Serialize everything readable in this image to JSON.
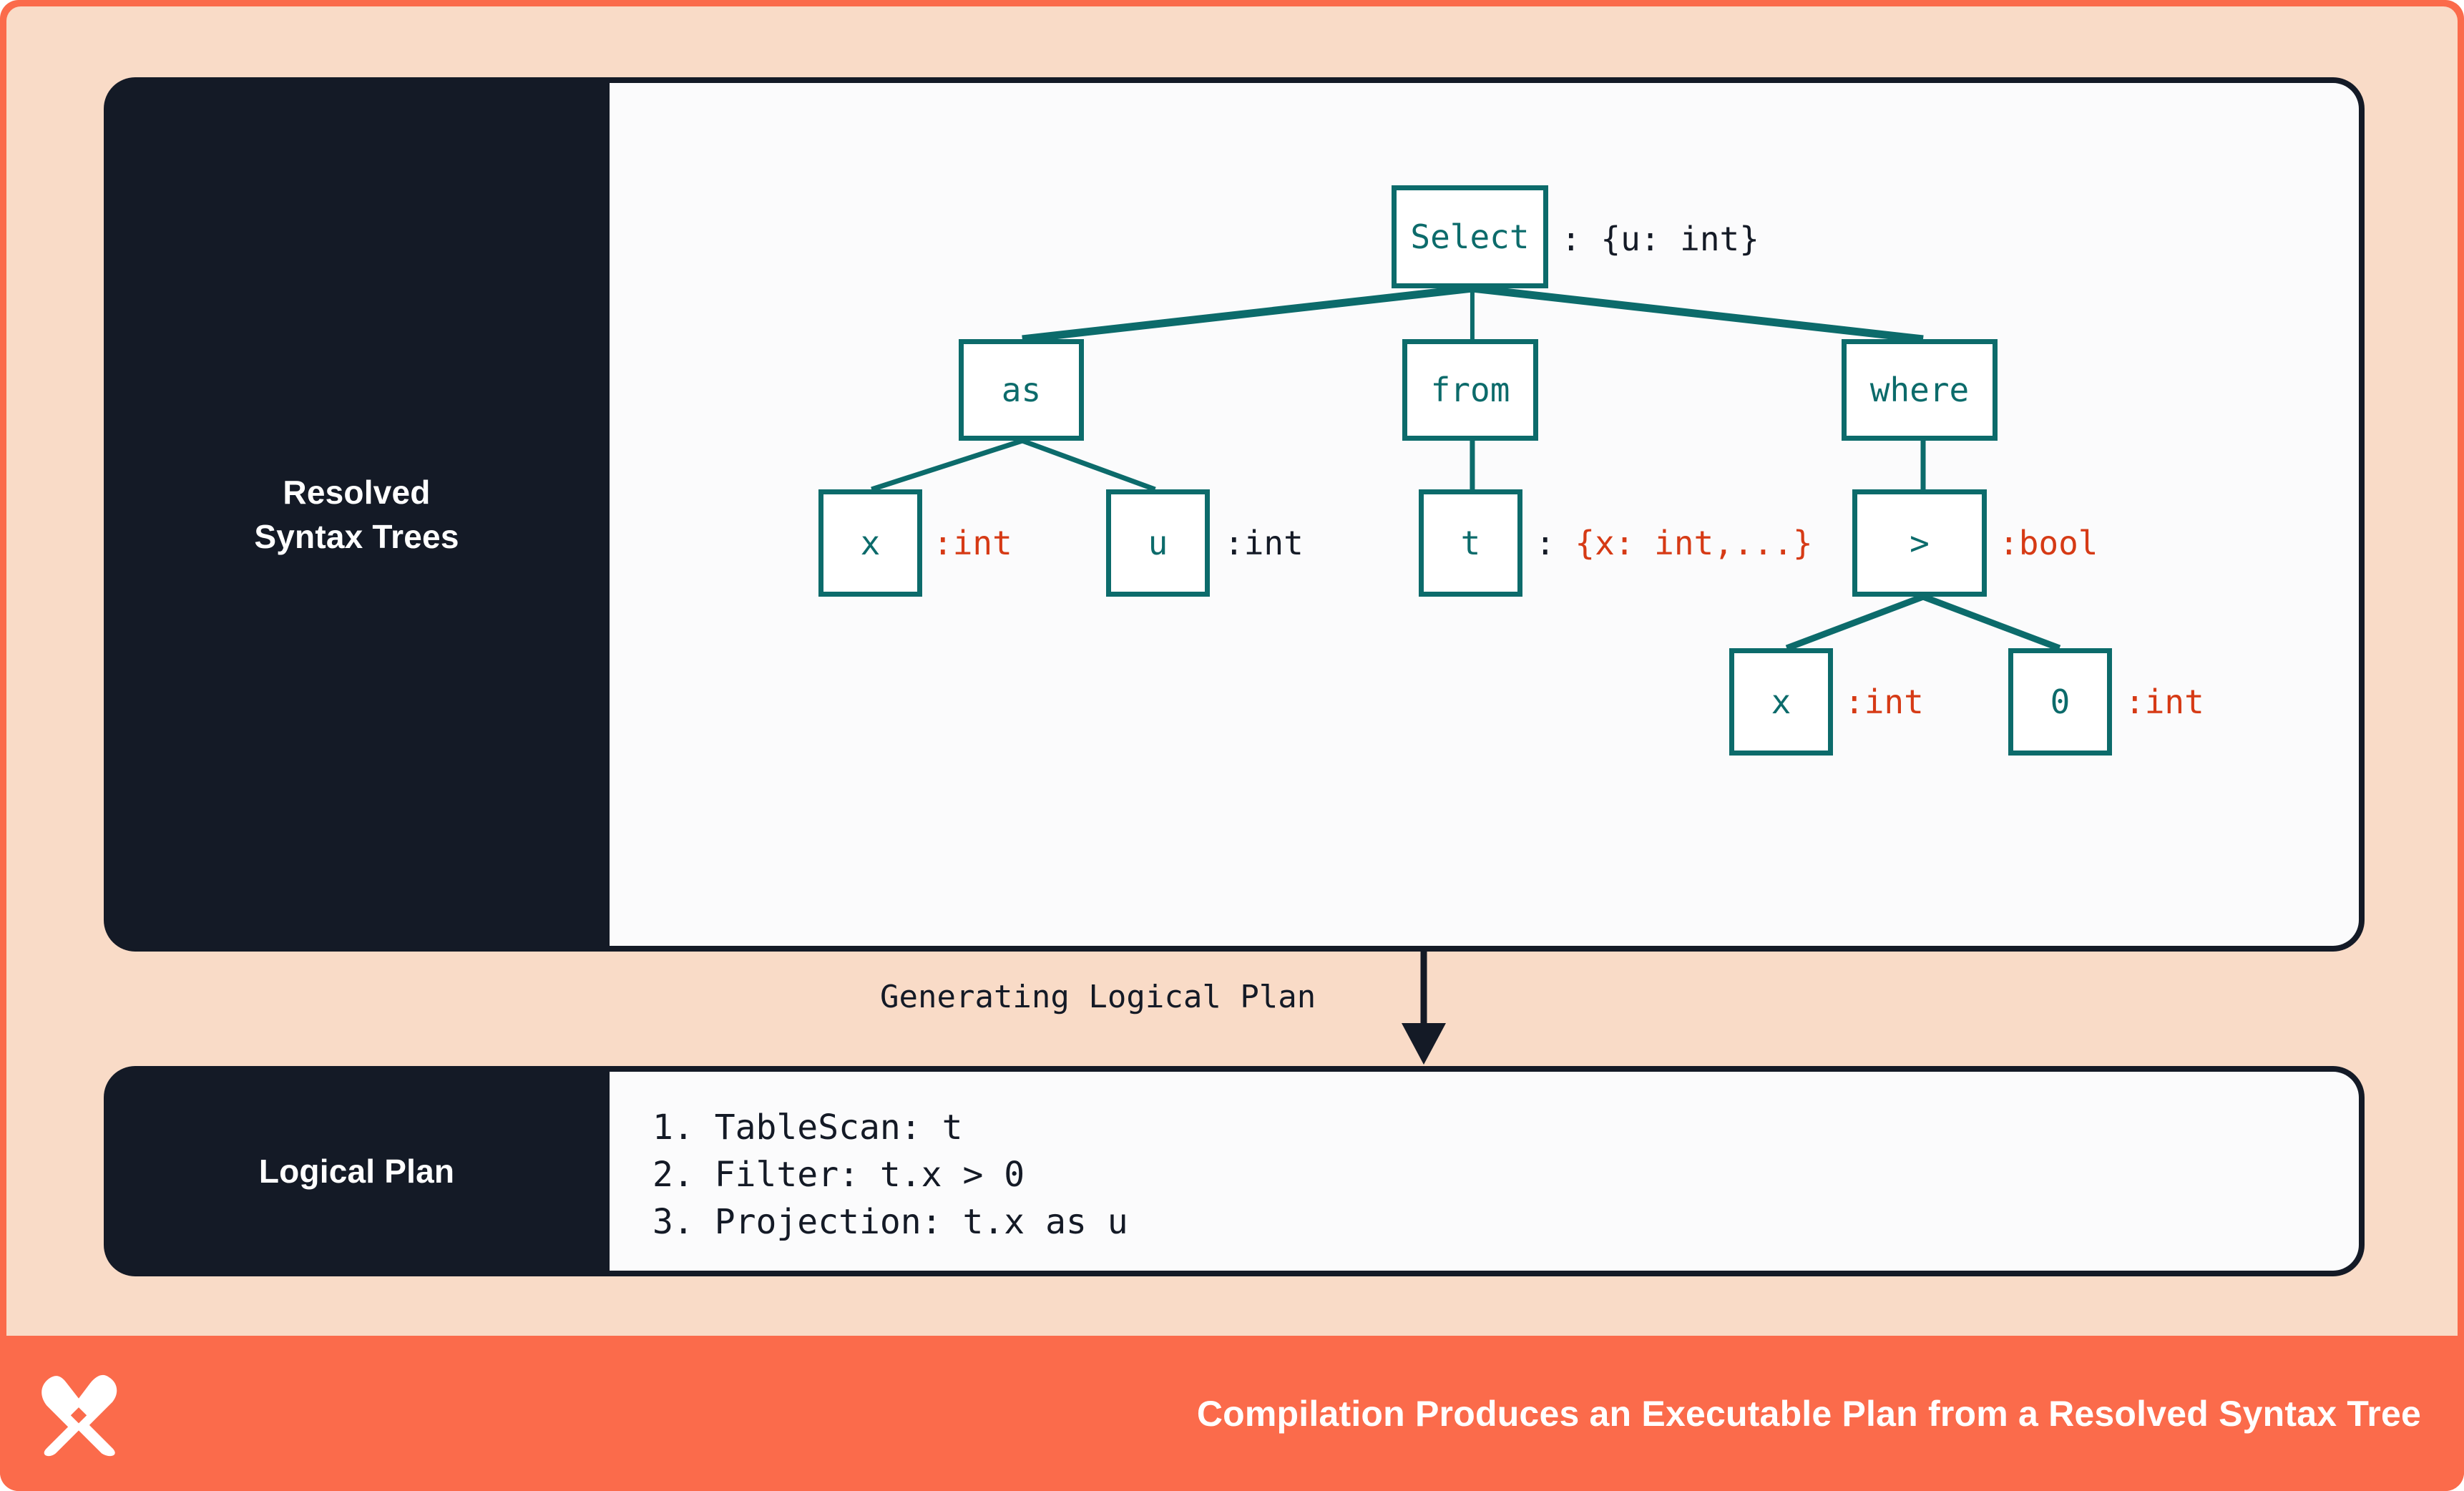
{
  "colors": {
    "frame_orange": "#fb6b4b",
    "peach": "#f9dbc7",
    "panel_dark": "#141a26",
    "content_white": "#fbfbfc",
    "node_teal": "#0c6b6b",
    "annotation_red": "#d63a15",
    "annotation_dark": "#141a26"
  },
  "panels": {
    "resolved_syntax_trees": {
      "label_line1": "Resolved",
      "label_line2": "Syntax Trees"
    },
    "logical_plan": {
      "label": "Logical Plan",
      "steps": [
        "1. TableScan: t",
        "2. Filter: t.x > 0",
        "3. Projection: t.x as u"
      ]
    }
  },
  "transition": {
    "label": "Generating Logical Plan",
    "arrow": "down-arrow"
  },
  "tree": {
    "nodes": [
      {
        "id": "select",
        "label": "Select",
        "annotation": [
          {
            "text": ": {u: int}",
            "color": "dark"
          }
        ]
      },
      {
        "id": "as",
        "label": "as",
        "annotation": []
      },
      {
        "id": "from",
        "label": "from",
        "annotation": []
      },
      {
        "id": "where",
        "label": "where",
        "annotation": []
      },
      {
        "id": "as-x",
        "label": "x",
        "annotation": [
          {
            "text": ":int",
            "color": "red"
          }
        ]
      },
      {
        "id": "as-u",
        "label": "u",
        "annotation": [
          {
            "text": ":int",
            "color": "dark"
          }
        ]
      },
      {
        "id": "from-t",
        "label": "t",
        "annotation": [
          {
            "text": ": ",
            "color": "dark"
          },
          {
            "text": "{x: int,...}",
            "color": "red"
          }
        ]
      },
      {
        "id": "gt",
        "label": ">",
        "annotation": [
          {
            "text": ":bool",
            "color": "red"
          }
        ]
      },
      {
        "id": "gt-x",
        "label": "x",
        "annotation": [
          {
            "text": ":int",
            "color": "red"
          }
        ]
      },
      {
        "id": "gt-0",
        "label": "0",
        "annotation": [
          {
            "text": ":int",
            "color": "red"
          }
        ]
      }
    ],
    "edges": [
      [
        "select",
        "as"
      ],
      [
        "select",
        "from"
      ],
      [
        "select",
        "where"
      ],
      [
        "as",
        "as-x"
      ],
      [
        "as",
        "as-u"
      ],
      [
        "from",
        "from-t"
      ],
      [
        "where",
        "gt"
      ],
      [
        "gt",
        "gt-x"
      ],
      [
        "gt",
        "gt-0"
      ]
    ]
  },
  "footer": {
    "logo": "x-butterfly-logo",
    "caption": "Compilation Produces an Executable Plan from a Resolved Syntax Tree"
  }
}
